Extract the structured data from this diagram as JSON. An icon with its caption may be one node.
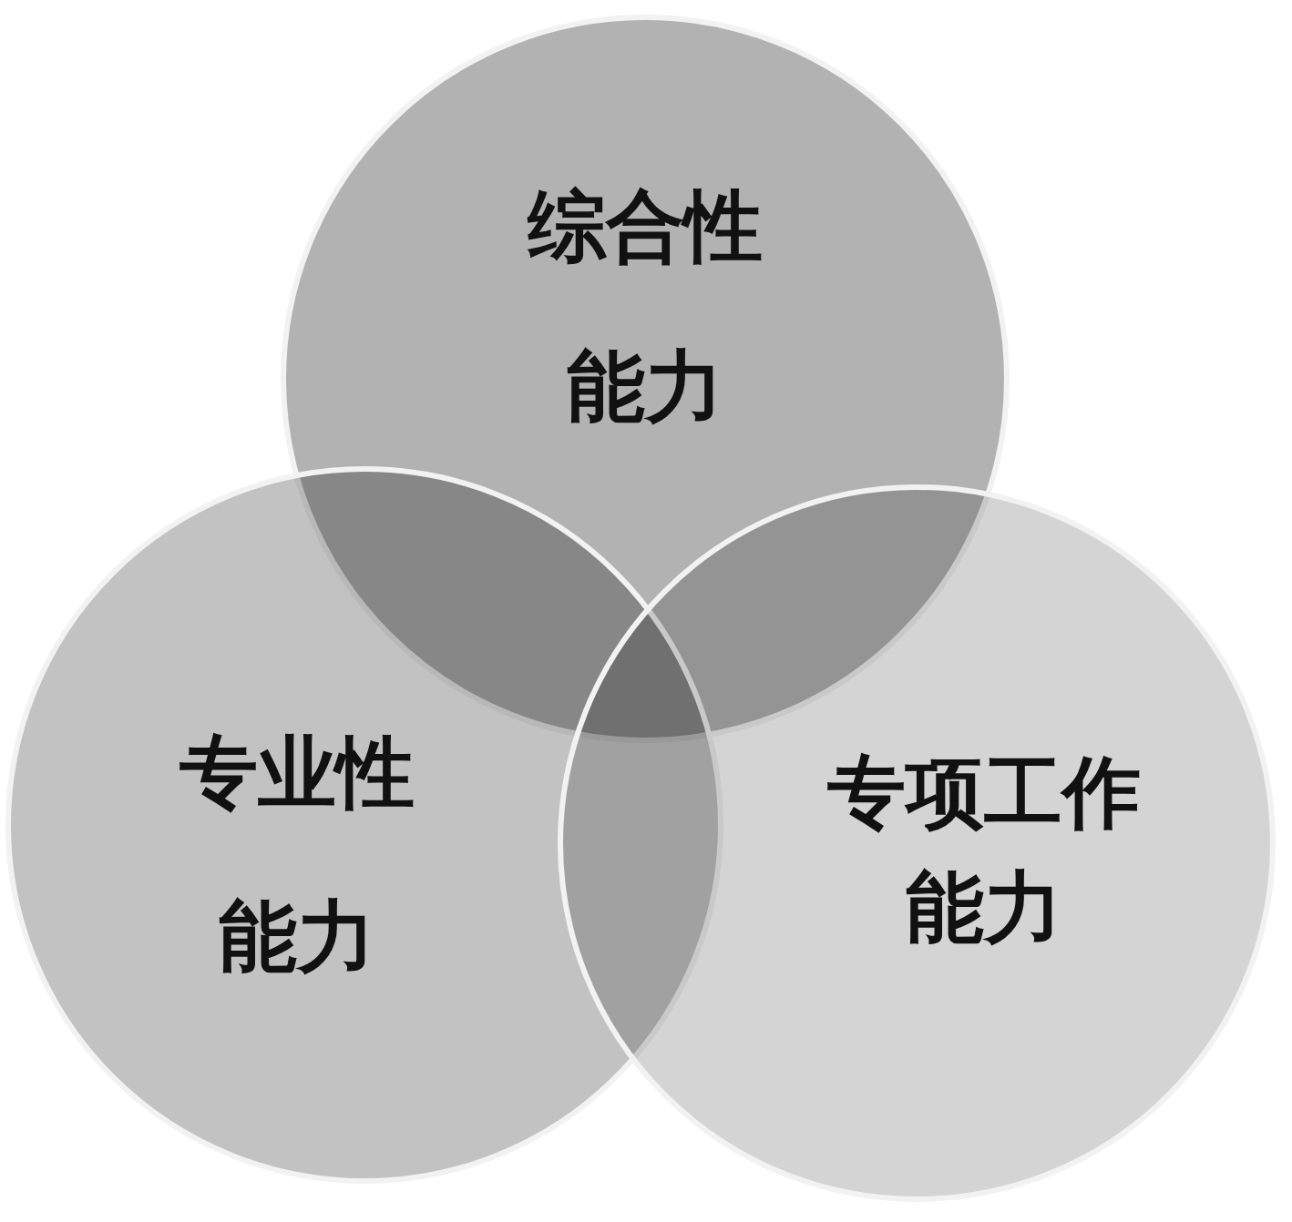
{
  "diagram": {
    "nodes": [
      {
        "text": [
          "综合性能力"
        ]
      },
      {
        "text": [
          "专业性能力"
        ]
      },
      {
        "text": [
          "专项工作能力"
        ]
      }
    ]
  }
}
